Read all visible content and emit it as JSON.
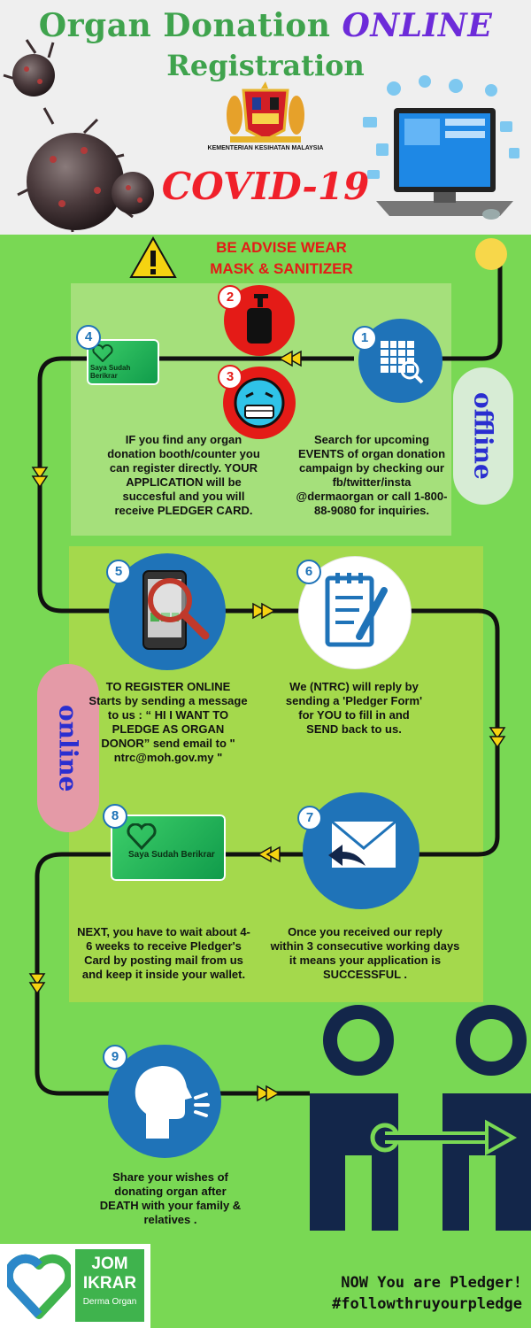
{
  "header": {
    "title_part1": "Organ Donation ",
    "title_online": "ONLINE",
    "title_line2": "Registration",
    "ministry": "KEMENTERIAN KESIHATAN MALAYSIA",
    "covid": "COVID-19"
  },
  "warning": {
    "line1": "BE ADVISE WEAR",
    "line2": "MASK & SANITIZER"
  },
  "steps": {
    "s1": {
      "num": "1",
      "text": "Search for upcoming EVENTS of organ donation campaign by checking our fb/twitter/insta @dermaorgan or call 1-800-88-9080 for inquiries."
    },
    "s2": {
      "num": "2"
    },
    "s3": {
      "num": "3"
    },
    "s4": {
      "num": "4",
      "text": "IF you find any organ donation booth/counter you can register directly. YOUR APPLICATION will be succesful and you will receive PLEDGER CARD.",
      "card": "Saya Sudah Berikrar"
    },
    "s5": {
      "num": "5",
      "text": "TO REGISTER ONLINE Starts by sending a message to us : “ HI I WANT TO PLEDGE AS ORGAN DONOR” send email to \" ntrc@moh.gov.my \""
    },
    "s6": {
      "num": "6",
      "text": "We (NTRC) will reply by sending a 'Pledger Form' for YOU to fill in and SEND back to us."
    },
    "s7": {
      "num": "7",
      "text": "Once you received our reply within 3 consecutive working days it means your application is SUCCESSFUL ."
    },
    "s8": {
      "num": "8",
      "text": "NEXT, you have to wait about 4-6 weeks to receive Pledger's Card by posting mail from us and keep it inside your wallet.",
      "card": "Saya Sudah Berikrar"
    },
    "s9": {
      "num": "9",
      "text": "Share your wishes of donating organ after DEATH with your family & relatives ."
    }
  },
  "labels": {
    "offline": "offline",
    "online": "online"
  },
  "footer": {
    "jom": "JOM",
    "ikrar": "IKRAR",
    "derma": "Derma Organ",
    "now": "NOW You are Pledger!",
    "hashtag": "#followthruyourpledge"
  },
  "colors": {
    "background": "#79d854",
    "blue": "#1f73b8",
    "red": "#e41b17",
    "navy": "#13264a"
  }
}
